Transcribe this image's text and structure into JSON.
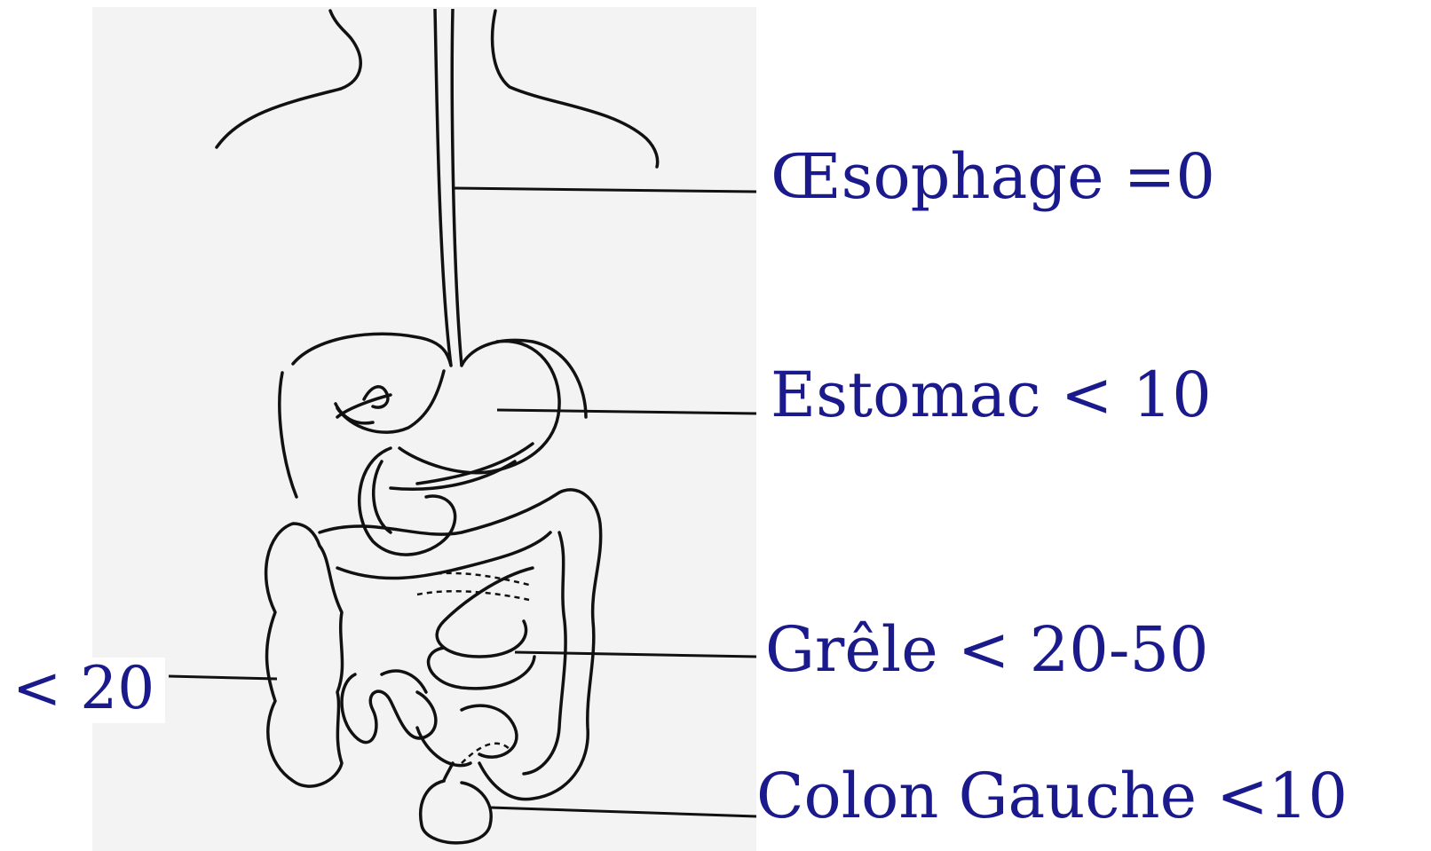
{
  "labels": {
    "oesophage": "Œsophage  =0",
    "estomac": "Estomac < 10",
    "grele": "Grêle < 20-50",
    "colon_gauche": "Colon Gauche <10",
    "colon_droit": "< 20"
  },
  "colors": {
    "label_text": "#1a1a8c",
    "drawing_background": "#f3f3f3",
    "line": "#111111"
  }
}
